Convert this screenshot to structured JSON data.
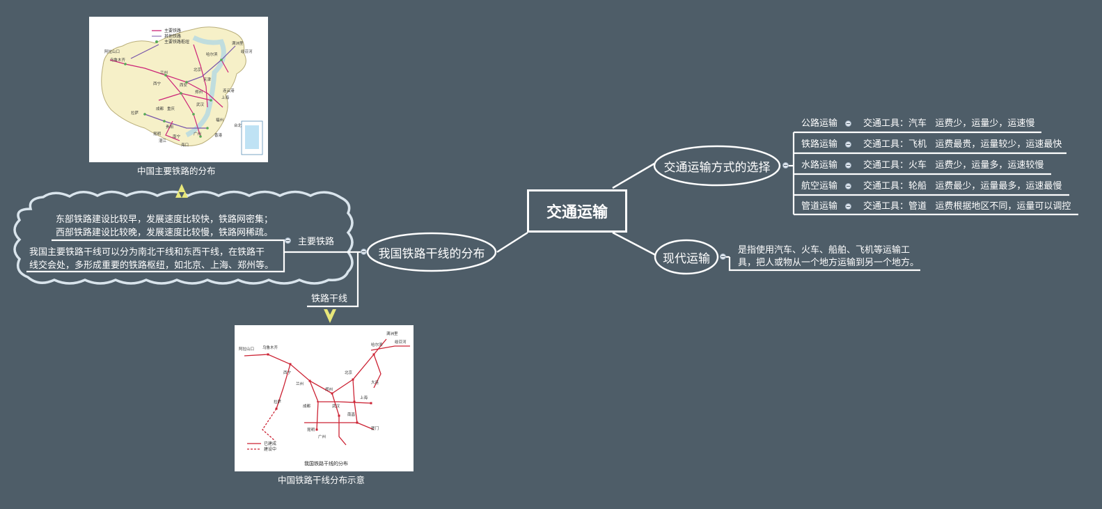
{
  "root": {
    "label": "交通运输"
  },
  "right": {
    "choice": {
      "label": "交通运输方式的选择",
      "modes": [
        {
          "name": "公路运输",
          "desc": "交通工具：汽车   运费少，运量少，运速慢"
        },
        {
          "name": "铁路运输",
          "desc": "交通工具：飞机   运费最贵，运量较少，运速最快"
        },
        {
          "name": "水路运输",
          "desc": "交通工具：火车   运费少，运量多，运速较慢"
        },
        {
          "name": "航空运输",
          "desc": "交通工具：轮船   运费最少，运量最多，运速最慢"
        },
        {
          "name": "管道运输",
          "desc": "交通工具：管道   运费根据地区不同，运量可以调控"
        }
      ]
    },
    "modern": {
      "label": "现代运输",
      "desc_line1": "是指使用汽车、火车、船舶、飞机等运输工",
      "desc_line2": "具，把人或物从一个地方运输到另一个地方。"
    }
  },
  "left": {
    "rail": {
      "label": "我国铁路干线的分布",
      "main_label": "主要铁路",
      "trunk_label": "铁路干线",
      "cloud_line1": "东部铁路建设比较早，发展速度比较快，铁路网密集；",
      "cloud_line2": "西部铁路建设比较晚，发展速度比较慢，铁路网稀疏。",
      "main_line1": "我国主要铁路干线可以分为南北干线和东西干线，在铁路干",
      "main_line2": "线交会处，多形成重要的铁路枢纽，如北京、上海、郑州等。"
    },
    "map1": {
      "caption": "中国主要铁路的分布",
      "legend": [
        "主要铁路",
        "其他铁路",
        "主要铁路枢纽"
      ],
      "places": [
        "阿拉山口",
        "乌鲁木齐",
        "满洲里",
        "绥芬河",
        "哈尔滨",
        "兰州",
        "西宁",
        "成都",
        "昆明",
        "北京",
        "天津",
        "上海",
        "郑州",
        "连云港",
        "福州",
        "广州",
        "拉萨",
        "湛江",
        "海口",
        "台北",
        "香港",
        "南宁",
        "贵阳",
        "重庆",
        "武汉",
        "西安"
      ]
    },
    "map2": {
      "caption": "中国铁路干线分布示意",
      "title": "我国铁路干线的分布",
      "legend": [
        "已建成",
        "建设中"
      ],
      "places": [
        "阿拉山口",
        "乌鲁木齐",
        "哈尔滨",
        "北京",
        "郑州",
        "上海",
        "广州",
        "拉萨",
        "兰州",
        "成都",
        "昆明",
        "厦门",
        "满洲里",
        "绥芬河",
        "大连",
        "南昌",
        "西宁",
        "武汉"
      ]
    }
  },
  "colors": {
    "background": "#4e5d68",
    "line": "#ffffff",
    "arrow": "#e8e77a",
    "rail_red": "#cc2233"
  }
}
